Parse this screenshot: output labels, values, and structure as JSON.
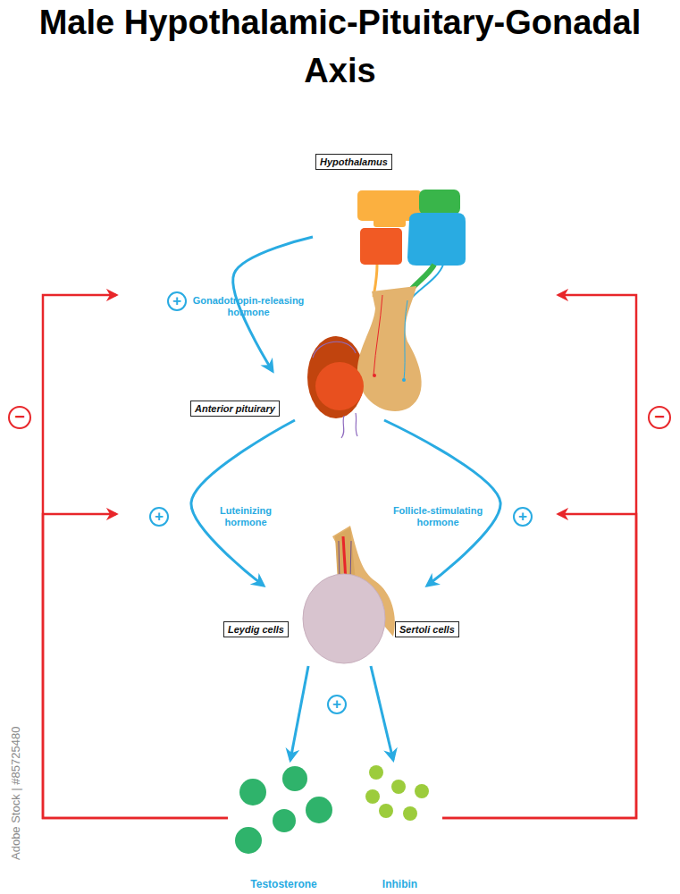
{
  "diagram": {
    "title": "Male Hypothalamic-Pituitary-Gonadal Axis",
    "nodes": [
      {
        "text": [
          "Hypothalamus"
        ]
      },
      {
        "text": [
          "Anterior pituirary"
        ]
      },
      {
        "text": [
          "Leydig cells"
        ]
      },
      {
        "text": [
          "Sertoli cells"
        ]
      },
      {
        "text": [
          "Testosterone"
        ]
      },
      {
        "text": [
          "Inhibin"
        ]
      }
    ],
    "edges": [
      {
        "from": 0,
        "to": 1,
        "label": "Gonadotropin-releasing hormone",
        "arrow": "to"
      },
      {
        "from": 1,
        "to": 2,
        "label": "Luteinizing hormone",
        "arrow": "to"
      },
      {
        "from": 1,
        "to": 3,
        "label": "Follicle-stimulating hormone",
        "arrow": "to"
      },
      {
        "from": 2,
        "to": 4,
        "arrow": "to"
      },
      {
        "from": 3,
        "to": 5,
        "arrow": "to"
      },
      {
        "from": 4,
        "to": 0,
        "arrow": "to"
      },
      {
        "from": 4,
        "to": 1,
        "arrow": "to"
      },
      {
        "from": 5,
        "to": 0,
        "arrow": "to"
      },
      {
        "from": 5,
        "to": 1,
        "arrow": "to"
      }
    ],
    "labels": [
      "+",
      "+",
      "+",
      "+",
      "−",
      "−",
      "Adobe Stock | #85725480"
    ]
  }
}
